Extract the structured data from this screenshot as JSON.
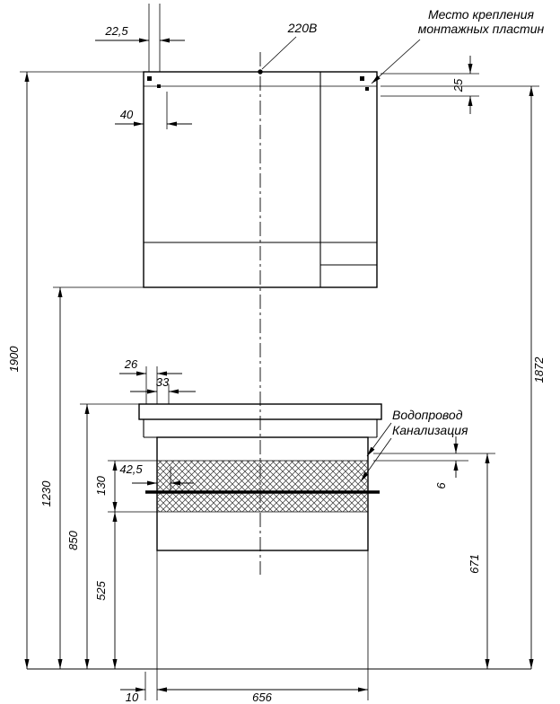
{
  "drawing": {
    "background_color": "#ffffff",
    "line_color": "#000000",
    "labels": {
      "power": "220В",
      "mount_line1": "Место крепления",
      "mount_line2": "монтажных пластин",
      "water": "Водопровод",
      "sewer": "Канализация"
    },
    "dimensions": {
      "d22_5": "22,5",
      "d40": "40",
      "d25": "25",
      "d1900": "1900",
      "d1872": "1872",
      "d1230": "1230",
      "d26": "26",
      "d33": "33",
      "d42_5": "42,5",
      "d130": "130",
      "d6": "6",
      "d850": "850",
      "d525": "525",
      "d671": "671",
      "d10": "10",
      "d656": "656"
    }
  }
}
